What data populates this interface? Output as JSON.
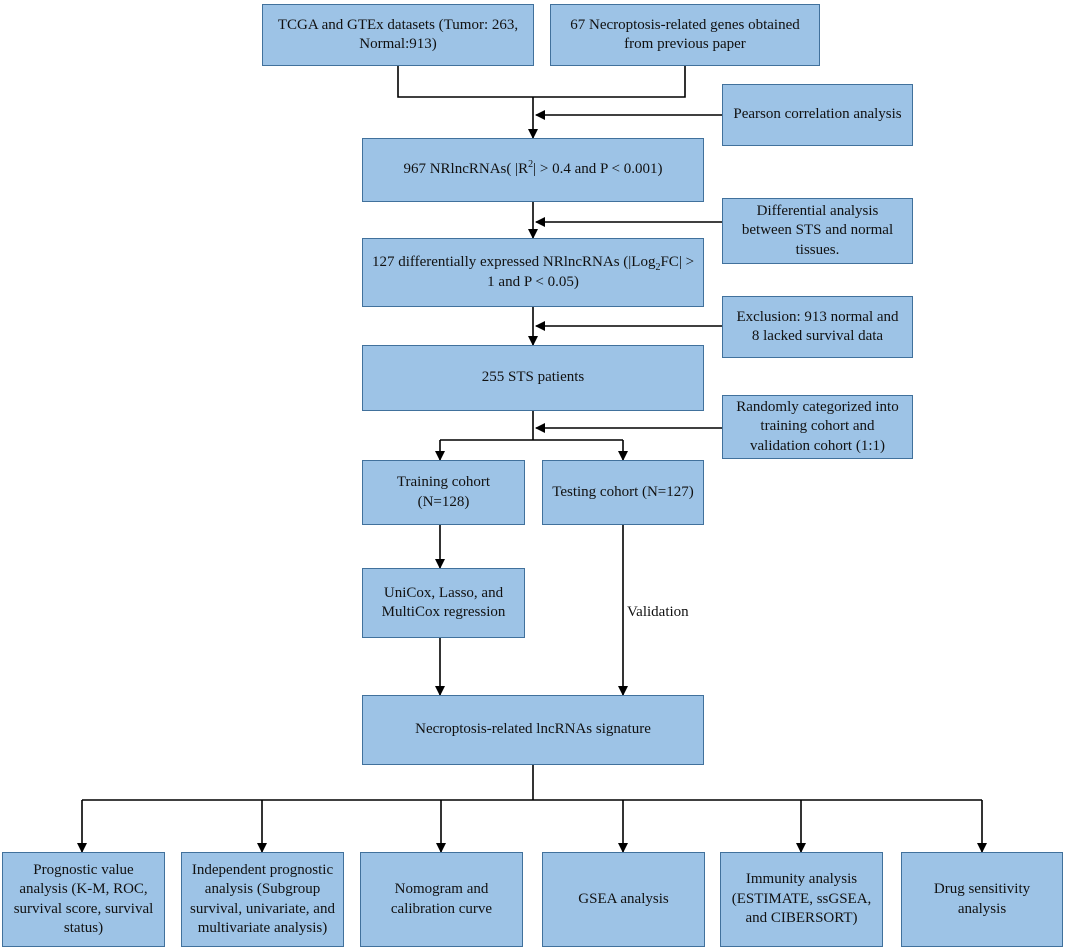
{
  "nodes": {
    "tcga": "TCGA and GTEx datasets (Tumor: 263, Normal:913)",
    "genes67": "67 Necroptosis-related genes obtained from previous paper",
    "pearson": "Pearson correlation analysis",
    "nrlnc967": {
      "prefix": "967 NRlncRNAs( |R",
      "sup": "2",
      "suffix": "| > 0.4 and P < 0.001)"
    },
    "diff_analysis": "Differential analysis between STS and normal tissues.",
    "deg127": {
      "prefix": "127 differentially expressed NRlncRNAs (|Log",
      "sub": "2",
      "suffix": "FC| > 1 and P < 0.05)"
    },
    "exclusion": "Exclusion: 913 normal and 8 lacked survival data",
    "patients255": "255 STS patients",
    "randomly": "Randomly categorized into training cohort and validation cohort (1:1)",
    "training": "Training cohort (N=128)",
    "testing": "Testing cohort (N=127)",
    "regression": "UniCox, Lasso, and MultiCox regression",
    "signature": "Necroptosis-related lncRNAs signature",
    "prognostic_value": "Prognostic value analysis (K-M, ROC, survival score, survival status)",
    "independent": "Independent prognostic analysis (Subgroup survival, univariate, and multivariate analysis)",
    "nomogram": "Nomogram and calibration curve",
    "gsea": "GSEA analysis",
    "immunity": "Immunity analysis (ESTIMATE, ssGSEA, and CIBERSORT)",
    "drug": "Drug sensitivity analysis"
  },
  "edge_labels": {
    "validation": "Validation"
  },
  "colors": {
    "box_fill": "#9dc3e6",
    "box_border": "#41719c",
    "line": "#000000"
  }
}
